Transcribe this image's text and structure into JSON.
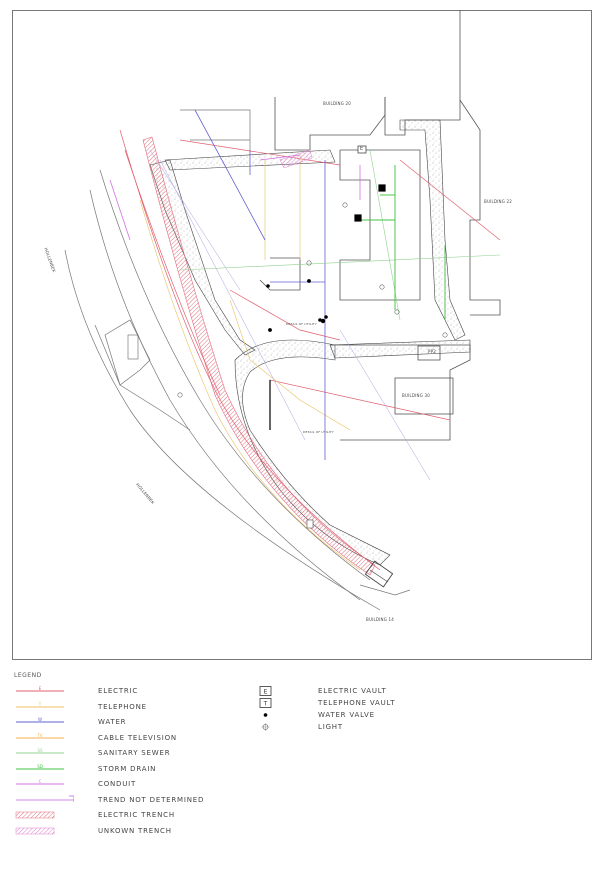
{
  "map": {
    "buildings": {
      "b20_top": "BUILDING 20",
      "b22": "BUILDING 22",
      "b30": "BUILDING 30",
      "b14": "BUILDING 14"
    },
    "streets": {
      "hollenbek_upper": "HOLLENBEK",
      "hollenbek_lower": "HOLLENBEK"
    },
    "vault_marks": {
      "electric": "E",
      "telephone": "T"
    },
    "small_labels": {
      "rect_tag": "PP2",
      "notation_a": "DETAIL OF UTILITY",
      "notation_b": "DETAIL OF UTILITY"
    }
  },
  "legend": {
    "title": "LEGEND",
    "lines": [
      {
        "label": "ELECTRIC",
        "color": "#e06070",
        "mark": "E",
        "style": "solid"
      },
      {
        "label": "TELEPHONE",
        "color": "#e8c060",
        "mark": "T",
        "style": "solid"
      },
      {
        "label": "WATER",
        "color": "#6060d0",
        "mark": "W",
        "style": "solid"
      },
      {
        "label": "CABLE TELEVISION",
        "color": "#f0b050",
        "mark": "TV",
        "style": "solid"
      },
      {
        "label": "SANITARY SEWER",
        "color": "#90d090",
        "mark": "SS",
        "style": "solid"
      },
      {
        "label": "STORM DRAIN",
        "color": "#40c040",
        "mark": "SD",
        "style": "solid"
      },
      {
        "label": "CONDUIT",
        "color": "#d070e0",
        "mark": "C",
        "style": "solid"
      },
      {
        "label": "TREND NOT DETERMINED",
        "color": "#c060e0",
        "mark": "",
        "style": "trend"
      },
      {
        "label": "ELECTRIC TRENCH",
        "color": "#e07080",
        "mark": "",
        "style": "hatch"
      },
      {
        "label": "UNKOWN TRENCH",
        "color": "#e080d0",
        "mark": "",
        "style": "hatch"
      }
    ],
    "symbols": [
      {
        "label": "ELECTRIC VAULT",
        "mark": "E",
        "type": "box"
      },
      {
        "label": "TELEPHONE VAULT",
        "mark": "T",
        "type": "box"
      },
      {
        "label": "WATER VALVE",
        "mark": "",
        "type": "dot"
      },
      {
        "label": "LIGHT",
        "mark": "",
        "type": "star"
      }
    ]
  }
}
